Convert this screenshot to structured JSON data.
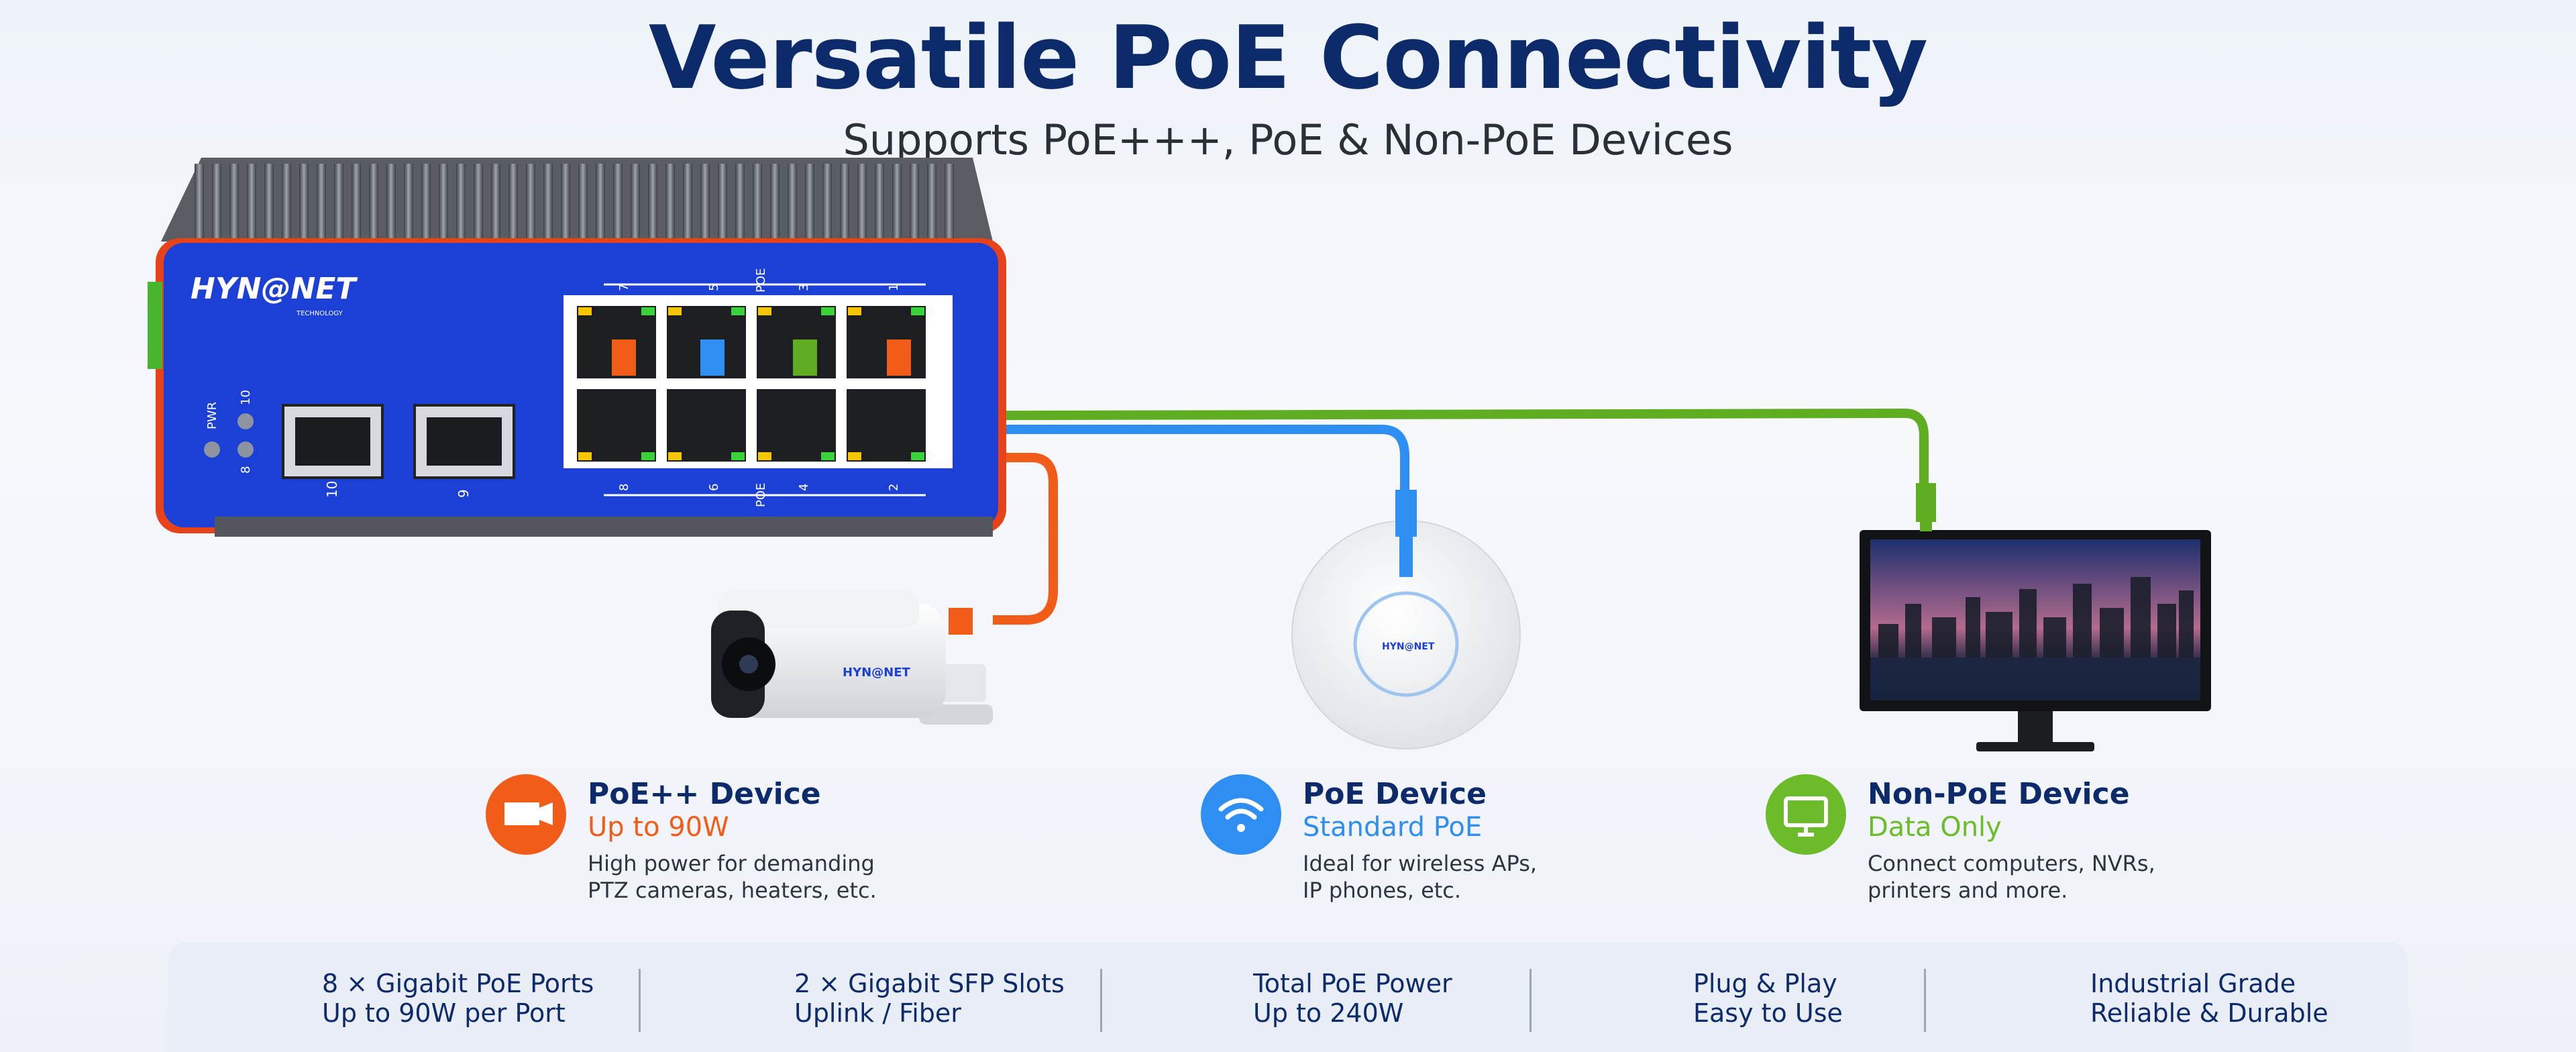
{
  "header": {
    "title": "Versatile PoE Connectivity",
    "subtitle": "Supports PoE+++, PoE & Non-PoE Devices"
  },
  "switch": {
    "brand": "HYN@NET",
    "brand_tag": "TECHNOLOGY",
    "led_pwr": "PWR",
    "led_10": "10",
    "led_8": "8",
    "sfp_labels": [
      "10",
      "9"
    ],
    "top_port_numbers": [
      "7",
      "5",
      "3",
      "1"
    ],
    "bottom_port_numbers": [
      "8",
      "6",
      "4",
      "2"
    ],
    "poe_label": "POE"
  },
  "camera": {
    "brand": "HYN@NET"
  },
  "ap": {
    "brand": "HYN@NET"
  },
  "devices": [
    {
      "name": "PoE++ Device",
      "sub": "Up to 90W",
      "desc1": "High power for demanding",
      "desc2": "PTZ cameras, heaters, etc.",
      "color": "#f25c19",
      "icon": "camera-icon"
    },
    {
      "name": "PoE Device",
      "sub": "Standard PoE",
      "desc1": "Ideal for wireless APs,",
      "desc2": "IP phones, etc.",
      "color": "#2f8ef2",
      "icon": "wifi-icon"
    },
    {
      "name": "Non-PoE Device",
      "sub": "Data Only",
      "desc1": "Connect computers, NVRs,",
      "desc2": "printers and more.",
      "color": "#6cbb2a",
      "icon": "monitor-icon"
    }
  ],
  "features": [
    {
      "l1": "8 × Gigabit PoE Ports",
      "l2": "Up to 90W per Port",
      "icon": "ethernet-port-icon"
    },
    {
      "l1": "2 × Gigabit SFP Slots",
      "l2": "Uplink / Fiber",
      "icon": "sfp-module-icon"
    },
    {
      "l1": "Total PoE Power",
      "l2": "Up to 240W",
      "icon": "lightning-icon"
    },
    {
      "l1": "Plug & Play",
      "l2": "Easy to Use",
      "icon": "play-arrow-icon"
    },
    {
      "l1": "Industrial Grade",
      "l2": "Reliable & Durable",
      "icon": "shield-icon"
    }
  ],
  "colors": {
    "navy": "#0d2a6b",
    "orange": "#f25c19",
    "blue": "#2f8ef2",
    "green": "#6cbb2a",
    "switch_body": "#1c3fd6",
    "switch_trim": "#e8421a"
  }
}
